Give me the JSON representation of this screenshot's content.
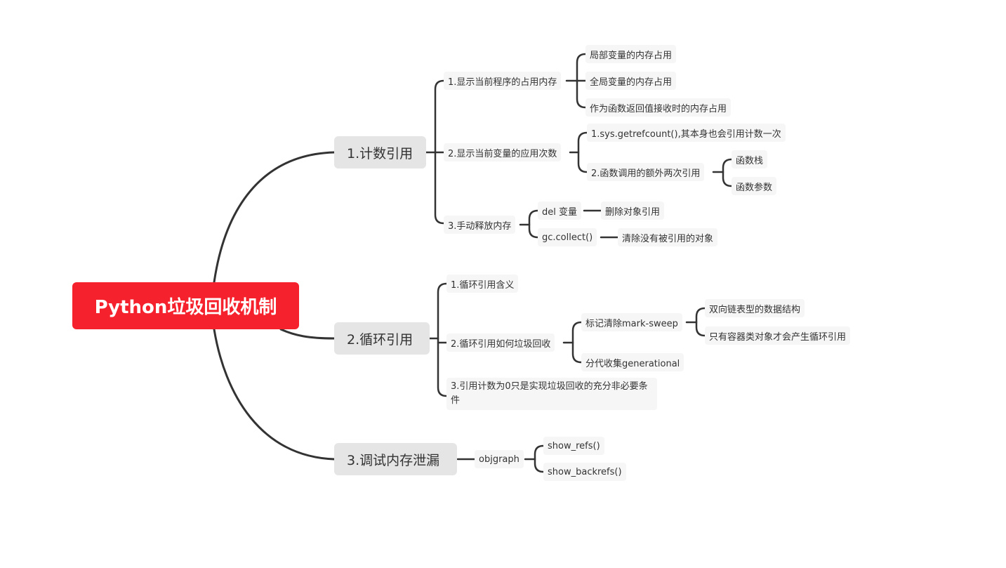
{
  "root": {
    "label": "Python垃圾回收机制"
  },
  "branches": [
    {
      "label": "1.计数引用",
      "children": [
        {
          "label": "1.显示当前程序的占用内存",
          "children": [
            "局部变量的内存占用",
            "全局变量的内存占用",
            "作为函数返回值接收时的内存占用"
          ]
        },
        {
          "label": "2.显示当前变量的应用次数",
          "children": [
            "1.sys.getrefcount(),其本身也会引用计数一次",
            "2.函数调用的额外两次引用"
          ],
          "grandchildren": [
            "函数栈",
            "函数参数"
          ]
        },
        {
          "label": "3.手动释放内存",
          "children": [
            "del 变量",
            "gc.collect()"
          ],
          "grandchildren": [
            "删除对象引用",
            "清除没有被引用的对象"
          ]
        }
      ]
    },
    {
      "label": "2.循环引用",
      "children": [
        {
          "label": "1.循环引用含义"
        },
        {
          "label": "2.循环引用如何垃圾回收",
          "children": [
            "标记清除mark-sweep",
            "分代收集generational"
          ],
          "grandchildren": [
            "双向链表型的数据结构",
            "只有容器类对象才会产生循环引用"
          ]
        },
        {
          "label": "3.引用计数为0只是实现垃圾回收的充分非必要条件"
        }
      ]
    },
    {
      "label": "3.调试内存泄漏",
      "children": [
        {
          "label": "objgraph",
          "children": [
            "show_refs()",
            "show_backrefs()"
          ]
        }
      ]
    }
  ],
  "colors": {
    "root": "#f5222d",
    "branch_bg": "#e5e5e5",
    "leaf_bg": "#f6f6f6",
    "line": "#333333"
  }
}
